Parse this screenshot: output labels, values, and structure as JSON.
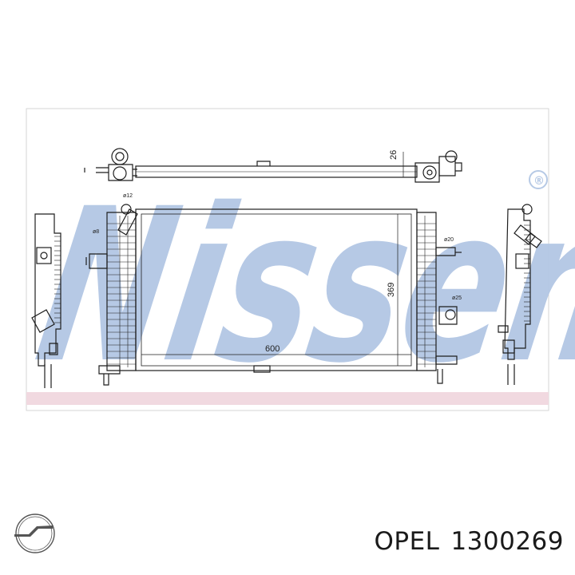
{
  "watermark": {
    "brand_text": "Nissens",
    "registered_mark": "®",
    "color": "#a8bfe0"
  },
  "drawing": {
    "dimension_width": "600",
    "dimension_height": "369",
    "dimension_top": "26",
    "dimension_diameter": "ø12",
    "label_a": "ø8",
    "label_b": "ø20",
    "label_c": "ø25",
    "line_color": "#1e1e1e",
    "band_color": "#f1d9e0"
  },
  "footer": {
    "logo_name": "opel-logo",
    "brand": "OPEL",
    "part_number": "1300269"
  }
}
